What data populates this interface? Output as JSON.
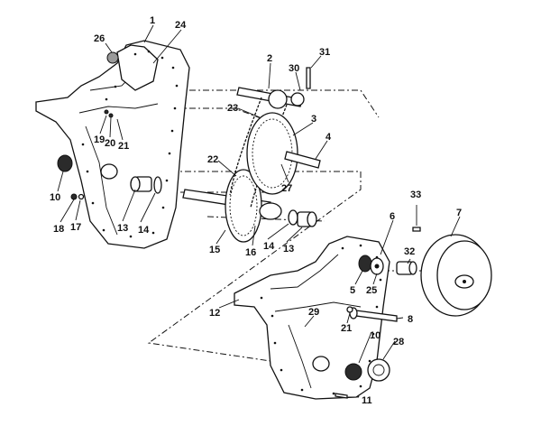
{
  "diagram": {
    "labels": [
      "1",
      "24",
      "26",
      "2",
      "30",
      "31",
      "23",
      "3",
      "4",
      "22",
      "27",
      "19",
      "20",
      "21",
      "10",
      "18",
      "17",
      "13",
      "14",
      "15",
      "16",
      "14",
      "13",
      "33",
      "6",
      "7",
      "32",
      "5",
      "25",
      "12",
      "29",
      "21",
      "8",
      "10",
      "28",
      "11"
    ]
  }
}
